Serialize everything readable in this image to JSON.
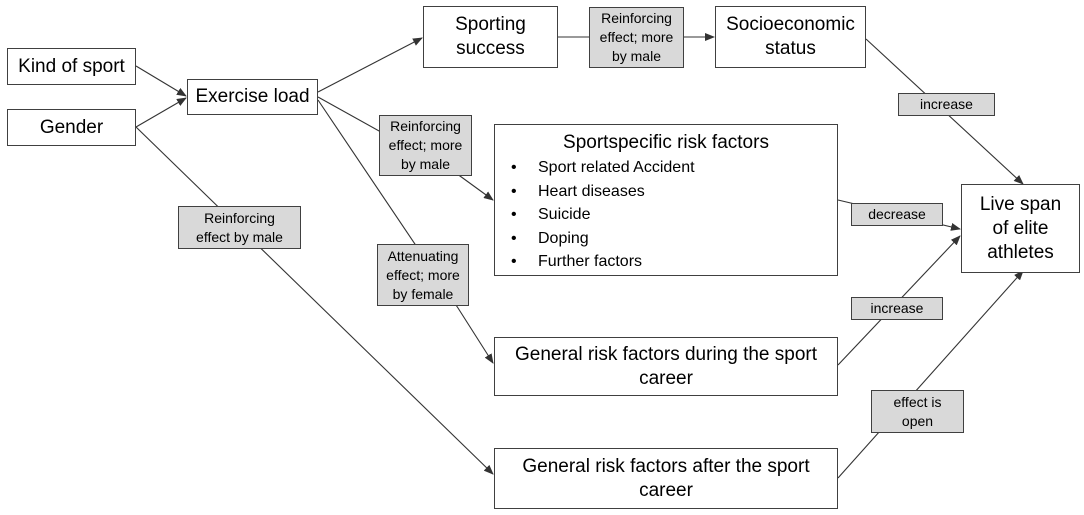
{
  "nodes": {
    "kind_of_sport": "Kind of sport",
    "gender": "Gender",
    "exercise_load": "Exercise load",
    "sporting_success": "Sporting\nsuccess",
    "socioeconomic_status": "Socioeconomic\nstatus",
    "sportspecific": {
      "title": "Sportspecific risk factors",
      "items": [
        "Sport related Accident",
        "Heart diseases",
        "Suicide",
        "Doping",
        "Further factors"
      ]
    },
    "general_during": "General risk factors during the sport\ncareer",
    "general_after": "General risk factors after the sport\ncareer",
    "lifespan": "Live span\nof elite\nathletes"
  },
  "edge_labels": {
    "success_to_status": "Reinforcing\neffect; more\nby male",
    "status_to_lifespan": "increase",
    "load_to_sportspecific": "Reinforcing\neffect; more\nby male",
    "gender_to_after": "Reinforcing\neffect by male",
    "sportspecific_to_lifespan": "decrease",
    "load_to_during": "Attenuating\neffect; more\nby female",
    "during_to_lifespan": "increase",
    "after_to_lifespan": "effect is\nopen"
  },
  "colors": {
    "label_fill": "#d9d9d9",
    "stroke": "#404040",
    "background": "#ffffff"
  }
}
